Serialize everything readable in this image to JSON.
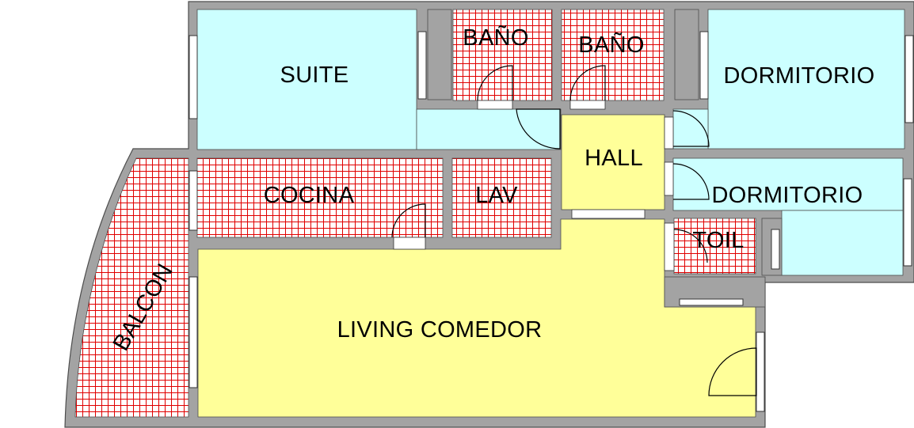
{
  "colors": {
    "wall": "#9e9e9e",
    "wall_edge": "#555555",
    "bedroom": "#ccffff",
    "living": "#ffff99",
    "tile": "#ffffff",
    "tile_grid": "#e30000",
    "door": "#000000"
  },
  "rooms": {
    "suite": "SUITE",
    "bano_1": "BAÑO",
    "bano_2": "BAÑO",
    "dormitorio_1": "DORMITORIO",
    "hall": "HALL",
    "dormitorio_2": "DORMITORIO",
    "cocina": "COCINA",
    "lav": "LAV",
    "toil": "TOIL",
    "balcon": "BALCON",
    "living_comedor": "LIVING COMEDOR"
  }
}
